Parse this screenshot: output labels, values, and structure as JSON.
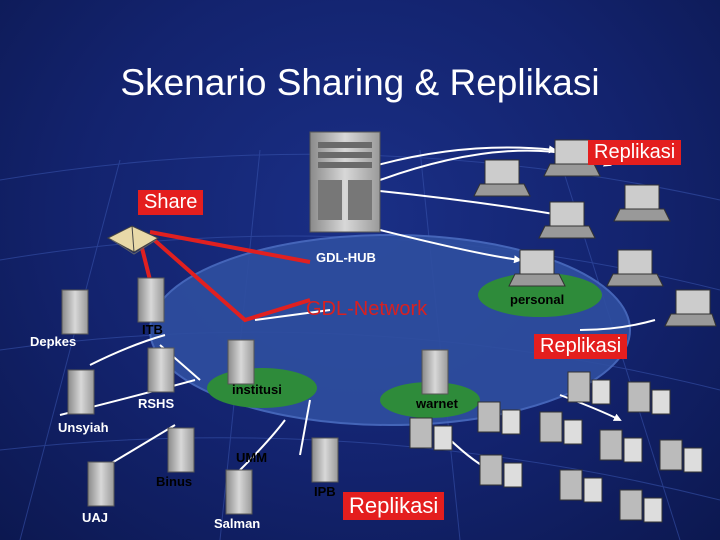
{
  "title": "Skenario Sharing & Replikasi",
  "labels": {
    "replikasi_top": "Replikasi",
    "replikasi_right": "Replikasi",
    "replikasi_bottom": "Replikasi",
    "share": "Share",
    "gdl_hub": "GDL-HUB",
    "gdl_network": "GDL-Network",
    "personal": "personal",
    "itb": "ITB",
    "depkes": "Depkes",
    "rshs": "RSHS",
    "institusi": "institusi",
    "warnet": "warnet",
    "unsyiah": "Unsyiah",
    "umm": "UMM",
    "binus": "Binus",
    "ipb": "IPB",
    "uaj": "UAJ",
    "salman": "Salman"
  },
  "colors": {
    "background": "#13236e",
    "accent_red": "#e41e1e",
    "network_ellipse": "#2f4fa0",
    "green_pad": "#2e8b3a"
  },
  "icons": [
    "server-icon",
    "laptop-icon",
    "desktop-computer-icon",
    "book-icon"
  ]
}
